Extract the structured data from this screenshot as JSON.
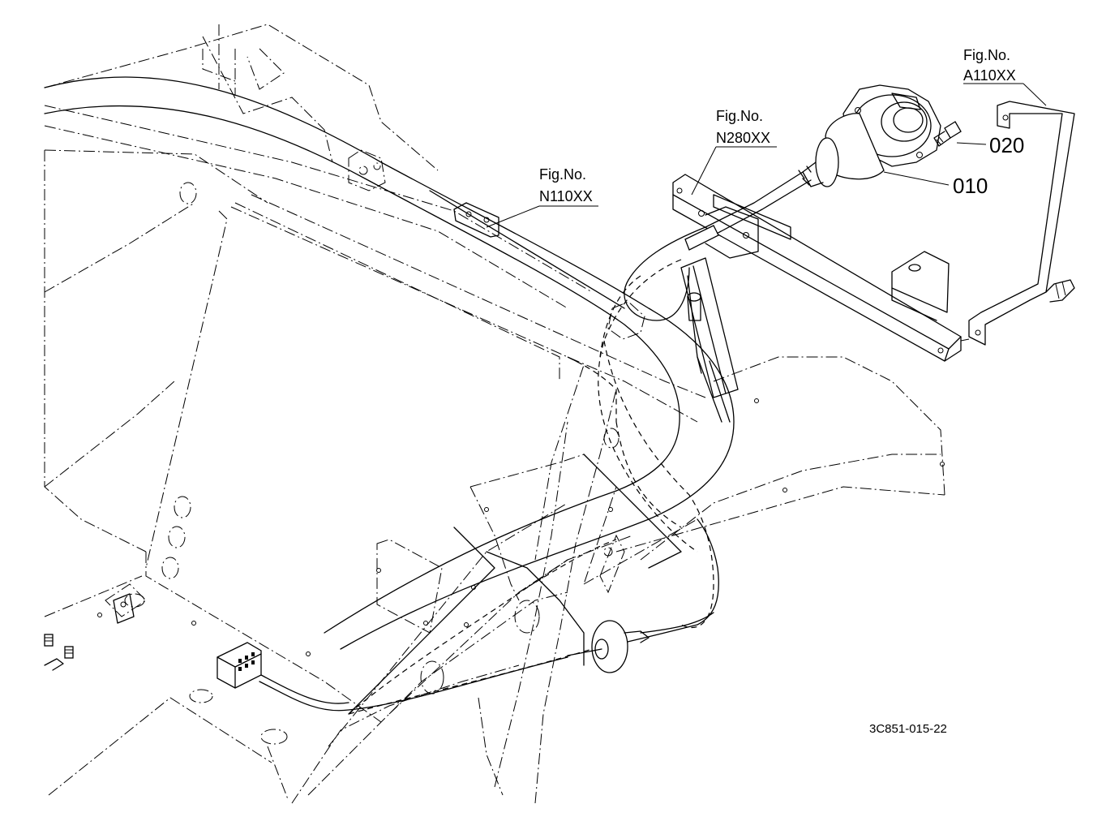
{
  "references": [
    {
      "prefix": "Fig.No.",
      "code": "N110XX"
    },
    {
      "prefix": "Fig.No.",
      "code": "N280XX"
    },
    {
      "prefix": "Fig.No.",
      "code": "A110XX"
    }
  ],
  "parts": [
    {
      "number": "010"
    },
    {
      "number": "020"
    }
  ],
  "drawing_code": "3C851-015-22"
}
